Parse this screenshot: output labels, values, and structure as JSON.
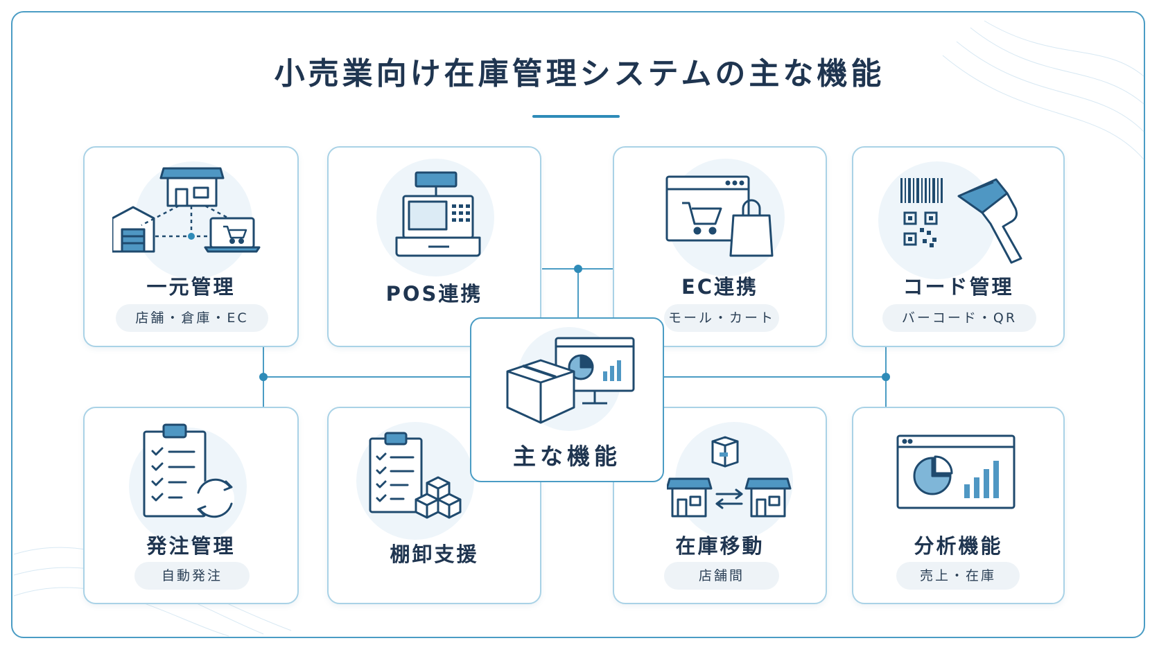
{
  "title": "小売業向け在庫管理システムの主な機能",
  "center": {
    "label": "主な機能",
    "icon": "inventory-analytics-icon"
  },
  "cards": [
    {
      "id": "unified",
      "title": "一元管理",
      "sub": "店舗・倉庫・EC",
      "icon": "store-warehouse-ec-network-icon"
    },
    {
      "id": "pos",
      "title": "POS連携",
      "sub": "",
      "icon": "pos-register-icon"
    },
    {
      "id": "ec",
      "title": "EC連携",
      "sub": "モール・カート",
      "icon": "ec-browser-cart-bag-icon"
    },
    {
      "id": "code",
      "title": "コード管理",
      "sub": "バーコード・QR",
      "icon": "barcode-qr-scanner-icon"
    },
    {
      "id": "order",
      "title": "発注管理",
      "sub": "自動発注",
      "icon": "clipboard-refresh-icon"
    },
    {
      "id": "stocktake",
      "title": "棚卸支援",
      "sub": "",
      "icon": "clipboard-boxes-icon"
    },
    {
      "id": "transfer",
      "title": "在庫移動",
      "sub": "店舗間",
      "icon": "store-transfer-icon"
    },
    {
      "id": "analytics",
      "title": "分析機能",
      "sub": "売上・在庫",
      "icon": "analytics-dashboard-icon"
    }
  ],
  "colors": {
    "primary": "#1f3550",
    "accent": "#2e8bb8",
    "line": "#4a9cc4",
    "icon_stroke": "#1f4a6e",
    "icon_fill": "#4f97c3",
    "card_border": "#a9d2e6",
    "icon_circle": "#eef5fa",
    "pill": "#eef3f7"
  }
}
